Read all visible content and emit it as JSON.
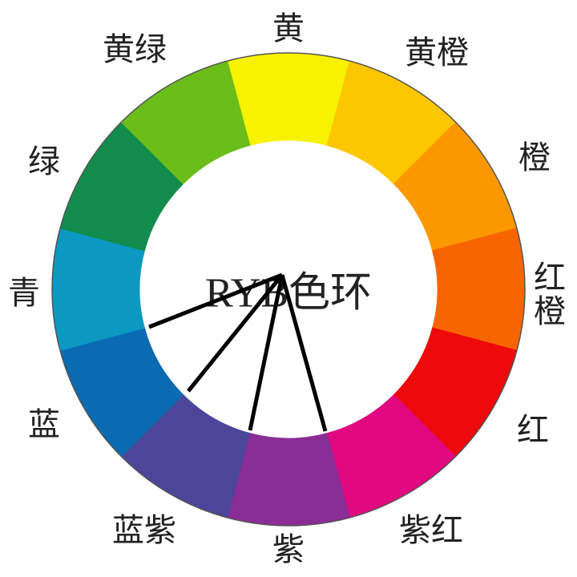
{
  "title": "RYB色环",
  "segments": [
    {
      "label": "黄",
      "color": "#f7f200"
    },
    {
      "label": "黄橙",
      "color": "#fdc700"
    },
    {
      "label": "橙",
      "color": "#fb9800"
    },
    {
      "label": "红橙",
      "color": "#f86500"
    },
    {
      "label": "红",
      "color": "#ee0a0a"
    },
    {
      "label": "紫红",
      "color": "#e2087f"
    },
    {
      "label": "紫",
      "color": "#8a2d96"
    },
    {
      "label": "蓝紫",
      "color": "#4b4699"
    },
    {
      "label": "蓝",
      "color": "#0a6bb2"
    },
    {
      "label": "青",
      "color": "#0c98c0"
    },
    {
      "label": "绿",
      "color": "#128c4c"
    },
    {
      "label": "黄绿",
      "color": "#6bbd1a"
    }
  ],
  "line_color": "#000000"
}
